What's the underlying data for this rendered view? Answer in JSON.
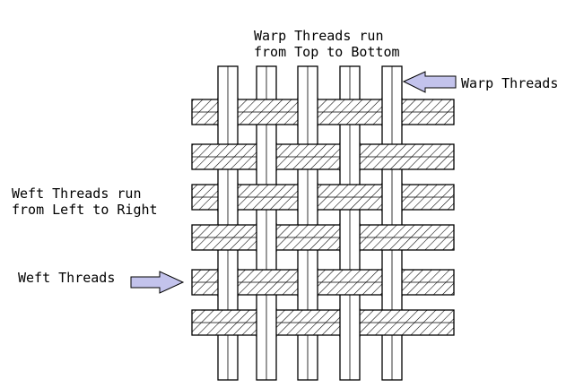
{
  "diagram": {
    "warp_direction": [
      "Warp Threads run",
      "from Top to Bottom"
    ],
    "weft_direction": [
      "Weft Threads run",
      "from Left to Right"
    ],
    "warp_label": "Warp Threads",
    "weft_label": "Weft Threads",
    "arrow_color": "#c3c3ec",
    "line_color": "#000000",
    "weave_pattern": "plain weave"
  }
}
